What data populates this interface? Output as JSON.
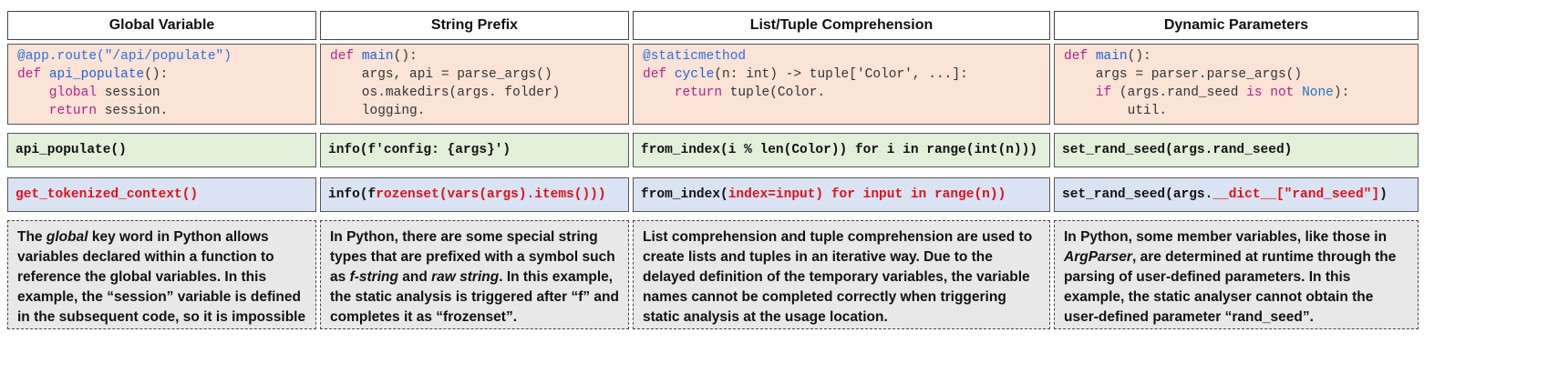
{
  "columns": [
    {
      "header": "Global Variable",
      "gt": "api_populate()",
      "pred": [
        {
          "t": "get_tokenized_context()",
          "red": true
        }
      ],
      "desc": [
        {
          "t": "The "
        },
        {
          "t": "global",
          "em": true
        },
        {
          "t": " key word in Python allows variables declared within a function to reference the global variables. In this example, the “session” variable is defined in the subsequent code, so it is impossible to apply static analysis on it."
        }
      ]
    },
    {
      "header": "String Prefix",
      "gt": "info(f'config: {args}')",
      "pred": [
        {
          "t": "info(f",
          "red": false
        },
        {
          "t": "rozenset(vars(args).items()))",
          "red": true
        }
      ],
      "desc": [
        {
          "t": "In Python, there are some special string types that are prefixed with a symbol such as "
        },
        {
          "t": "f-string",
          "em": true
        },
        {
          "t": " and "
        },
        {
          "t": "raw string",
          "em": true
        },
        {
          "t": ". In this example, the static analysis is triggered after “f” and completes it as “frozenset”."
        }
      ]
    },
    {
      "header": "List/Tuple Comprehension",
      "gt": "from_index(i % len(Color)) for i in range(int(n)))",
      "pred": [
        {
          "t": "from_index(",
          "red": false
        },
        {
          "t": "index=input) for input in range(n))",
          "red": true
        }
      ],
      "desc": [
        {
          "t": "List comprehension and tuple comprehension are used to create lists and tuples in an iterative way. Due to the delayed definition of the temporary variables, the variable names cannot be completed correctly when triggering static analysis at the usage location."
        }
      ]
    },
    {
      "header": "Dynamic Parameters",
      "gt": "set_rand_seed(args.rand_seed)",
      "pred": [
        {
          "t": "set_rand_seed(args.",
          "red": false
        },
        {
          "t": "__dict__[\"rand_seed\"]",
          "red": true
        },
        {
          "t": ")",
          "red": false
        }
      ],
      "desc": [
        {
          "t": "In Python, some member variables, like those in "
        },
        {
          "t": "ArgParser",
          "em": true
        },
        {
          "t": ", are determined at runtime through the parsing of user-defined parameters. In this example, the static analyser cannot obtain the user-defined parameter “rand_seed”."
        }
      ]
    }
  ],
  "code": [
    [
      [
        {
          "t": "@app.route(\"/api/populate\")",
          "c": "dec"
        }
      ],
      [
        {
          "t": "def ",
          "c": "kw"
        },
        {
          "t": "api_populate",
          "c": "fn"
        },
        {
          "t": "():",
          "c": "plain"
        }
      ],
      [
        {
          "t": "    global ",
          "c": "kw"
        },
        {
          "t": "session",
          "c": "plain"
        }
      ],
      [
        {
          "t": "    return ",
          "c": "kw"
        },
        {
          "t": "session.",
          "c": "plain"
        }
      ]
    ],
    [
      [
        {
          "t": "def ",
          "c": "kw"
        },
        {
          "t": "main",
          "c": "fn"
        },
        {
          "t": "():",
          "c": "plain"
        }
      ],
      [
        {
          "t": "    args, api = parse_args()",
          "c": "plain"
        }
      ],
      [
        {
          "t": "    os.makedirs(args. folder)",
          "c": "plain"
        }
      ],
      [
        {
          "t": "    logging.",
          "c": "plain"
        }
      ]
    ],
    [
      [
        {
          "t": "@staticmethod",
          "c": "dec"
        }
      ],
      [
        {
          "t": "def ",
          "c": "kw"
        },
        {
          "t": "cycle",
          "c": "fn"
        },
        {
          "t": "(n: int) -> tuple['Color', ...]:",
          "c": "plain"
        }
      ],
      [
        {
          "t": "    return ",
          "c": "kw"
        },
        {
          "t": "tuple(Color.",
          "c": "plain"
        }
      ]
    ],
    [
      [
        {
          "t": "def ",
          "c": "kw"
        },
        {
          "t": "main",
          "c": "fn"
        },
        {
          "t": "():",
          "c": "plain"
        }
      ],
      [
        {
          "t": "    args = parser.parse_args()",
          "c": "plain"
        }
      ],
      [
        {
          "t": "    if ",
          "c": "kw"
        },
        {
          "t": "(args.rand_seed ",
          "c": "plain"
        },
        {
          "t": "is not ",
          "c": "kw"
        },
        {
          "t": "None",
          "c": "no"
        },
        {
          "t": "):",
          "c": "plain"
        }
      ],
      [
        {
          "t": "        util.",
          "c": "plain"
        }
      ]
    ]
  ],
  "colors": {
    "code_bg": "#fbe3d6",
    "gt_bg": "#e2efd9",
    "pred_bg": "#dae3f3",
    "desc_bg": "#e8e8e8",
    "error": "#e0101a"
  }
}
